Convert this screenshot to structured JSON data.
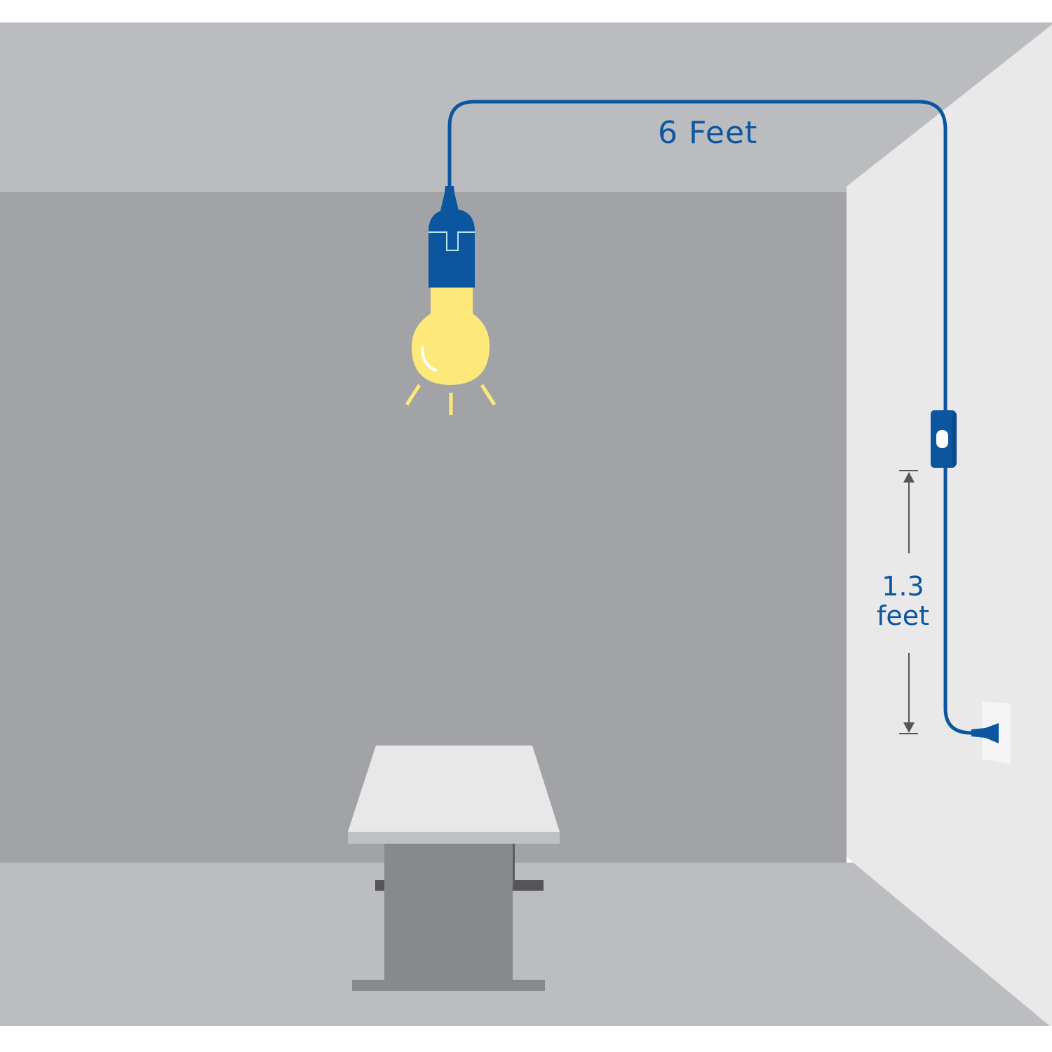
{
  "diagram": {
    "title": "Pendant light cord length illustration",
    "labels": {
      "cord_length": "6 Feet",
      "switch_to_plug_value": "1.3",
      "switch_to_plug_unit": "feet"
    },
    "elements": [
      "ceiling",
      "back-wall",
      "right-wall",
      "floor",
      "pendant-light-bulb",
      "lamp-socket",
      "power-cord",
      "inline-switch",
      "wall-outlet",
      "plug",
      "dimension-arrow",
      "table"
    ],
    "colors": {
      "cord_blue": "#0c56a0",
      "bulb_yellow": "#fde97a",
      "ceiling": "#bbbcbf",
      "back_wall": "#a2a3a6",
      "right_wall": "#e9e9e9",
      "floor": "#bcbdc0",
      "table_top": "#e8e8e9",
      "table_edge": "#bfc0c2",
      "table_base": "#88898c",
      "dimension_gray": "#555558"
    }
  }
}
